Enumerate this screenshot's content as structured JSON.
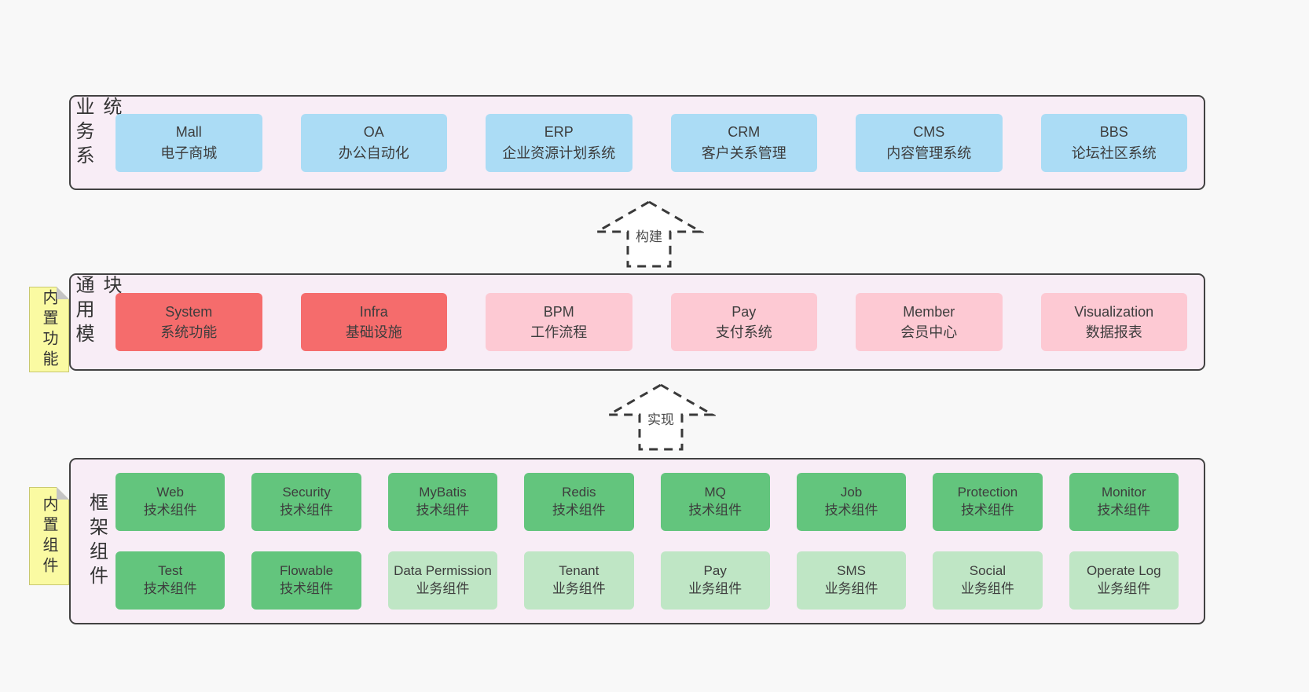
{
  "diagram": {
    "background": "#f8f8f8",
    "colors": {
      "blue": "#abdcf5",
      "red": "#f56c6c",
      "pink": "#fdc9d3",
      "green": "#63c57d",
      "lightgreen": "#bfe6c5",
      "section_bg": "#f8edf6",
      "tag_bg": "#fafaa2",
      "fold_gray": "#c4c4c4",
      "border_dark": "#424242"
    },
    "sections": [
      {
        "label": "业务系统",
        "tag": "",
        "boxes": [
          {
            "title": "Mall",
            "subtitle": "电子商城",
            "variant": "blue"
          },
          {
            "title": "OA",
            "subtitle": "办公自动化",
            "variant": "blue"
          },
          {
            "title": "ERP",
            "subtitle": "企业资源计划系统",
            "variant": "blue"
          },
          {
            "title": "CRM",
            "subtitle": "客户关系管理",
            "variant": "blue"
          },
          {
            "title": "CMS",
            "subtitle": "内容管理系统",
            "variant": "blue"
          },
          {
            "title": "BBS",
            "subtitle": "论坛社区系统",
            "variant": "blue"
          }
        ]
      },
      {
        "label": "通用模块",
        "tag": "内置功能",
        "boxes": [
          {
            "title": "System",
            "subtitle": "系统功能",
            "variant": "red"
          },
          {
            "title": "Infra",
            "subtitle": "基础设施",
            "variant": "red"
          },
          {
            "title": "BPM",
            "subtitle": "工作流程",
            "variant": "pink"
          },
          {
            "title": "Pay",
            "subtitle": "支付系统",
            "variant": "pink"
          },
          {
            "title": "Member",
            "subtitle": "会员中心",
            "variant": "pink"
          },
          {
            "title": "Visualization",
            "subtitle": "数据报表",
            "variant": "pink"
          }
        ]
      },
      {
        "label": "框架组件",
        "tag": "内置组件",
        "boxes": [
          {
            "title": "Web",
            "subtitle": "技术组件",
            "variant": "green"
          },
          {
            "title": "Security",
            "subtitle": "技术组件",
            "variant": "green"
          },
          {
            "title": "MyBatis",
            "subtitle": "技术组件",
            "variant": "green"
          },
          {
            "title": "Redis",
            "subtitle": "技术组件",
            "variant": "green"
          },
          {
            "title": "MQ",
            "subtitle": "技术组件",
            "variant": "green"
          },
          {
            "title": "Job",
            "subtitle": "技术组件",
            "variant": "green"
          },
          {
            "title": "Protection",
            "subtitle": "技术组件",
            "variant": "green"
          },
          {
            "title": "Monitor",
            "subtitle": "技术组件",
            "variant": "green"
          },
          {
            "title": "Test",
            "subtitle": "技术组件",
            "variant": "green"
          },
          {
            "title": "Flowable",
            "subtitle": "技术组件",
            "variant": "green"
          },
          {
            "title": "Data Permission",
            "subtitle": "业务组件",
            "variant": "lightgreen"
          },
          {
            "title": "Tenant",
            "subtitle": "业务组件",
            "variant": "lightgreen"
          },
          {
            "title": "Pay",
            "subtitle": "业务组件",
            "variant": "lightgreen"
          },
          {
            "title": "SMS",
            "subtitle": "业务组件",
            "variant": "lightgreen"
          },
          {
            "title": "Social",
            "subtitle": "业务组件",
            "variant": "lightgreen"
          },
          {
            "title": "Operate Log",
            "subtitle": "业务组件",
            "variant": "lightgreen"
          }
        ]
      }
    ],
    "arrows": [
      {
        "label": "构建"
      },
      {
        "label": "实现"
      }
    ]
  }
}
